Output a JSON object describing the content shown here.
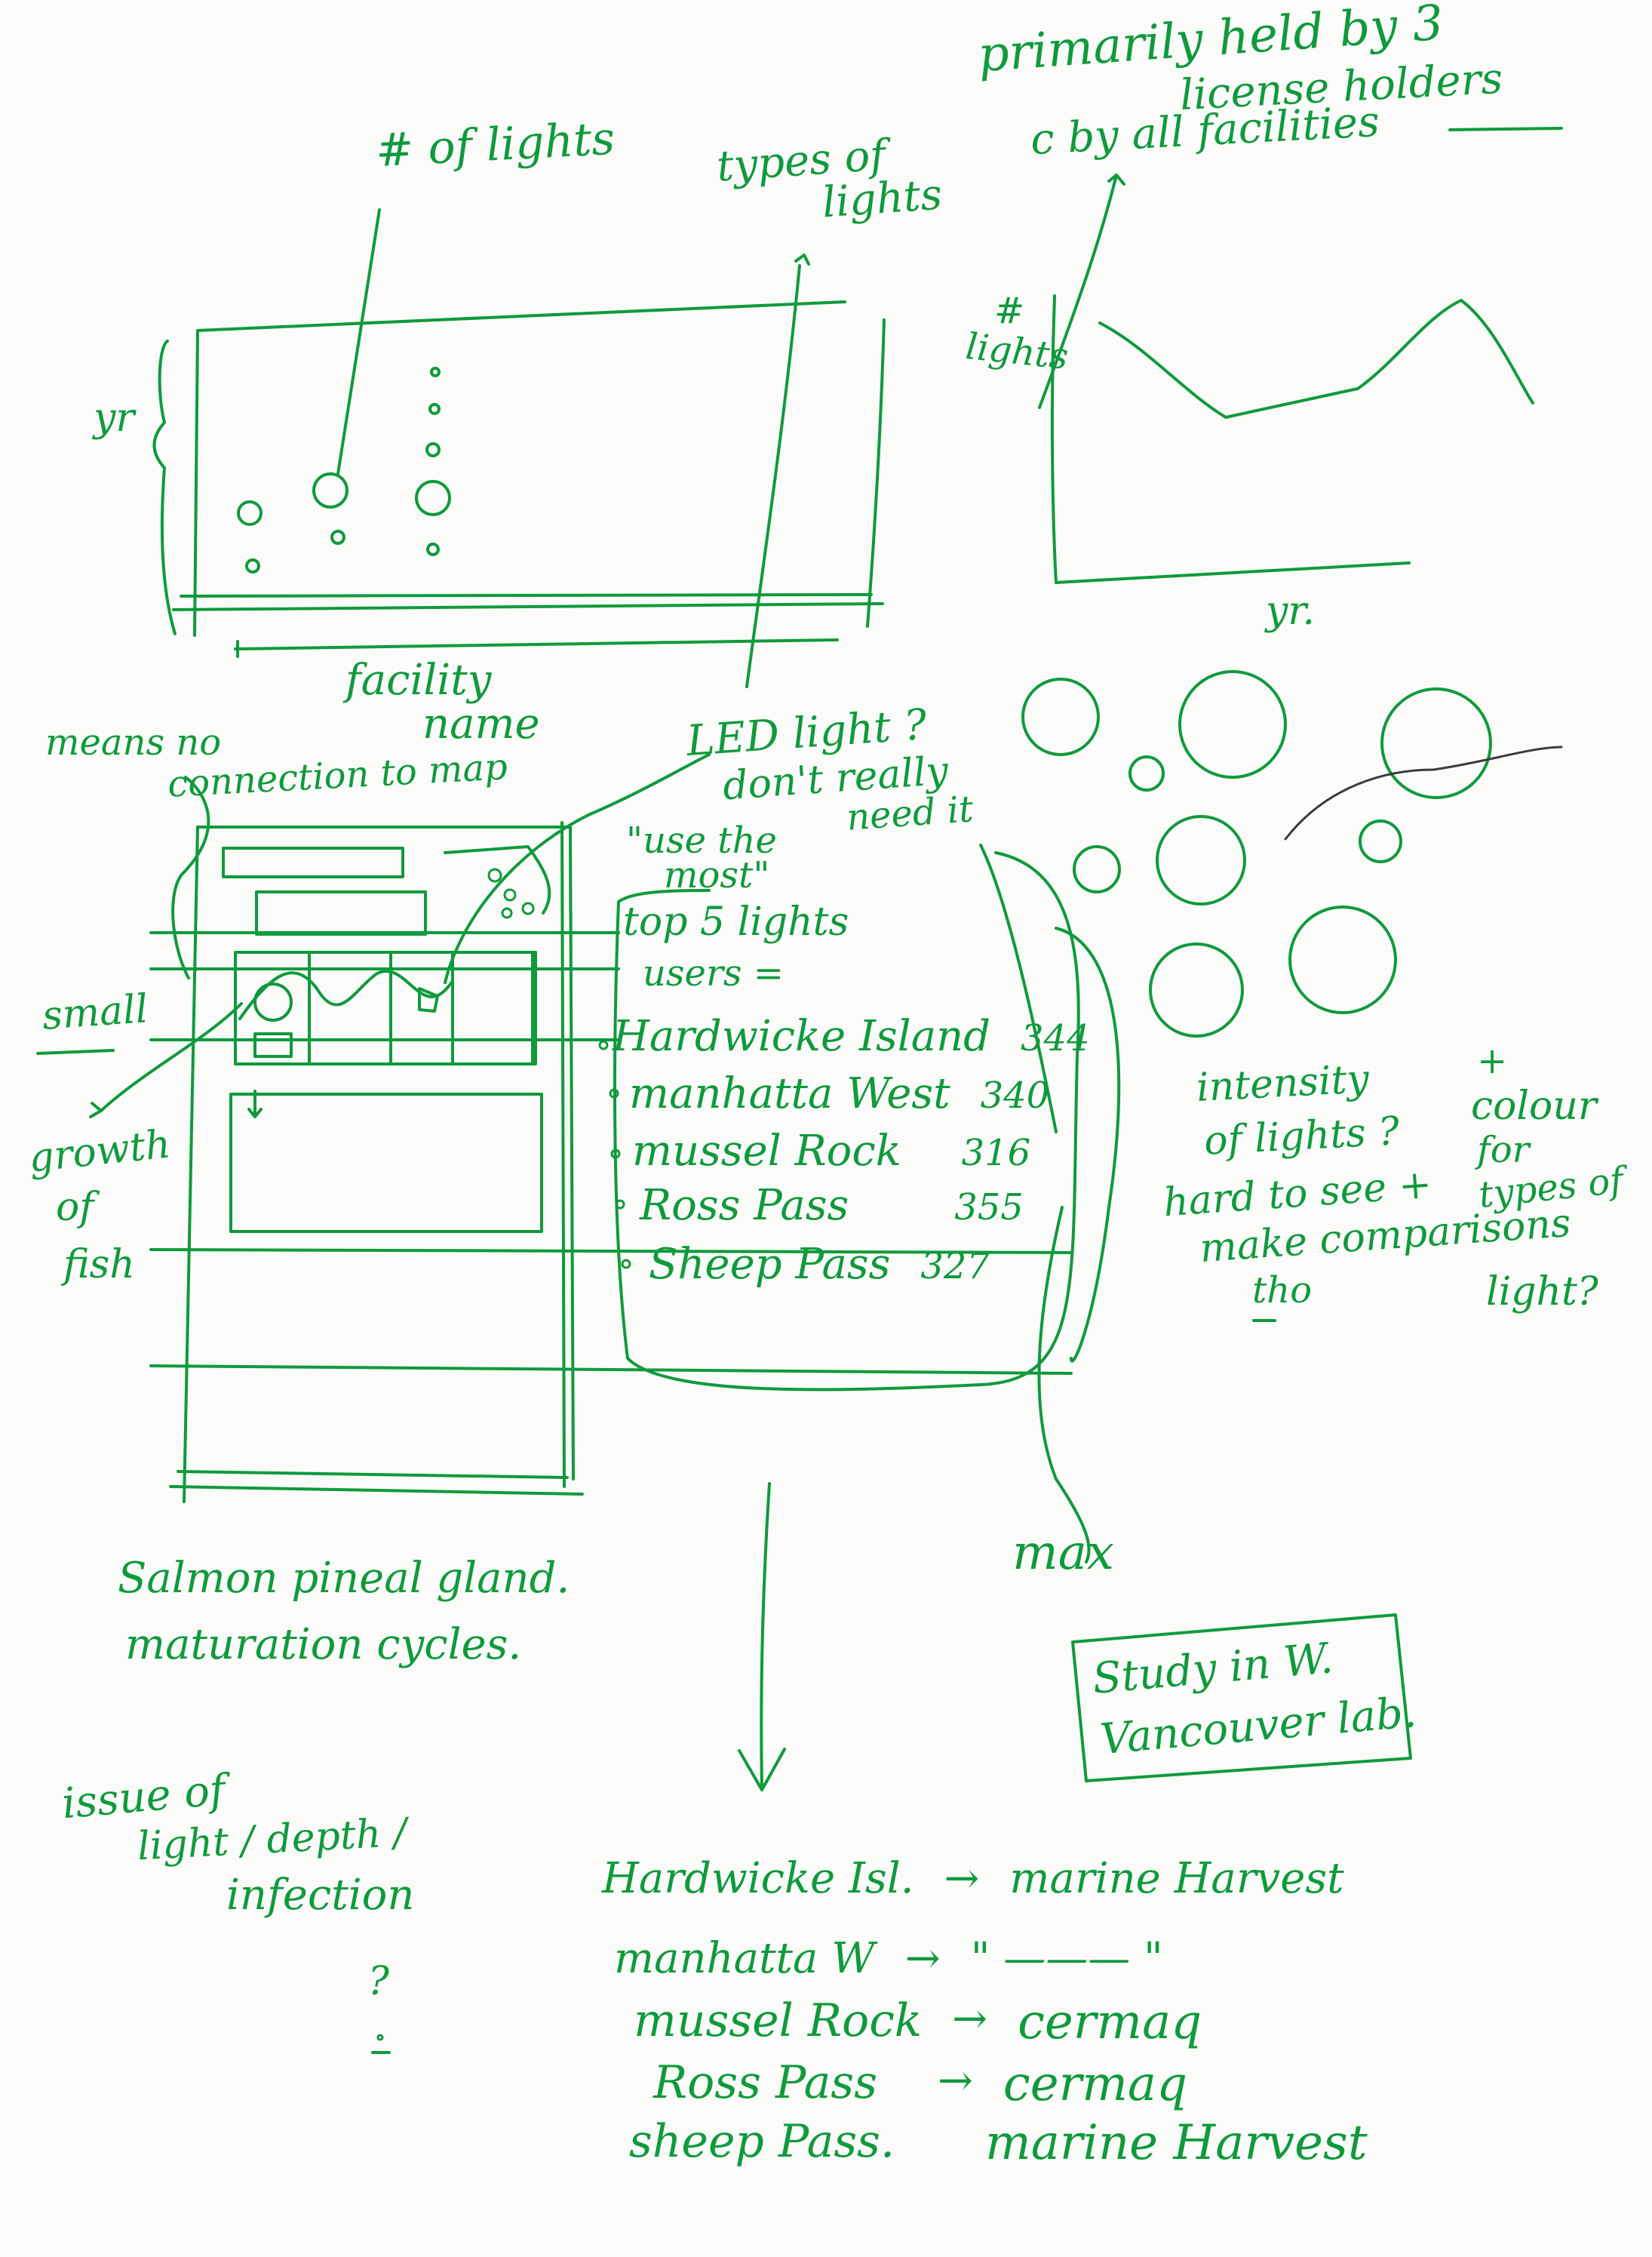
{
  "timeline_sketch": {
    "lights_count_note": "# of lights",
    "light_types_note": [
      "types of",
      "lights"
    ],
    "y_axis": "yr",
    "x_axis": [
      "facility",
      "name"
    ]
  },
  "line_chart_sketch": {
    "note": [
      "primarily held by 3",
      "license holders",
      "c by all facilities"
    ],
    "y_axis": [
      "#",
      "lights"
    ],
    "x_axis": "yr."
  },
  "bubble_sketch": {
    "note_left": [
      "intensity",
      "of lights ?",
      "hard to see +",
      "make comparisons",
      "tho"
    ],
    "note_right": [
      "+",
      "colour",
      "for",
      "types of",
      "light?"
    ]
  },
  "layout_sketch": {
    "map_note": [
      "means no",
      "connection to map"
    ],
    "led_note": [
      "LED light ?",
      "don't really",
      "need it"
    ],
    "use_most_note": [
      "\"use the",
      "most\""
    ],
    "small_label": "small",
    "growth_note": [
      "growth",
      "of",
      "fish"
    ]
  },
  "top_users": {
    "heading": [
      "top 5 lights",
      "users ="
    ],
    "rows": [
      {
        "site": "Hardwicke Island",
        "count": "344"
      },
      {
        "site": "manhatta West",
        "count": "340"
      },
      {
        "site": "mussel Rock",
        "count": "316"
      },
      {
        "site": "Ross Pass",
        "count": "355"
      },
      {
        "site": "Sheep Pass",
        "count": "327"
      }
    ],
    "max_label": "max"
  },
  "notes": {
    "salmon": [
      "Salmon pineal gland.",
      "maturation cycles."
    ],
    "issue": [
      "issue of",
      "light / depth /",
      "infection"
    ],
    "question": "?",
    "boxed": [
      "Study in W.",
      "Vancouver lab."
    ]
  },
  "ownership": [
    {
      "site": "Hardwicke Isl.",
      "arrow": "→",
      "owner": "marine Harvest"
    },
    {
      "site": "manhatta W",
      "arrow": "→",
      "owner": "\"  ———  \""
    },
    {
      "site": "mussel Rock",
      "arrow": "→",
      "owner": "cermaq"
    },
    {
      "site": "Ross Pass",
      "arrow": "→",
      "owner": "cermaq"
    },
    {
      "site": "sheep Pass.",
      "arrow": "",
      "owner": "marine Harvest"
    }
  ]
}
